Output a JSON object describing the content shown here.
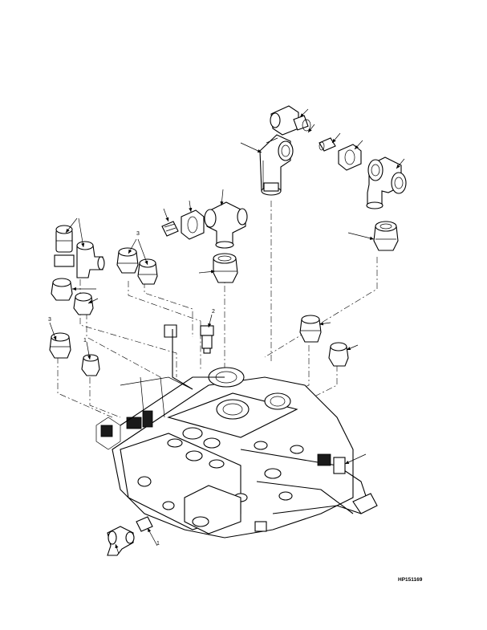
{
  "figure": {
    "id_label": "HP151169",
    "callouts": {
      "left_fitting_group": "3",
      "center_small_fitting": "3",
      "left_adapter": "1",
      "sensor_port": "2",
      "bottom_tee": "1"
    }
  },
  "colors": {
    "line": "#000000",
    "background": "#ffffff"
  }
}
